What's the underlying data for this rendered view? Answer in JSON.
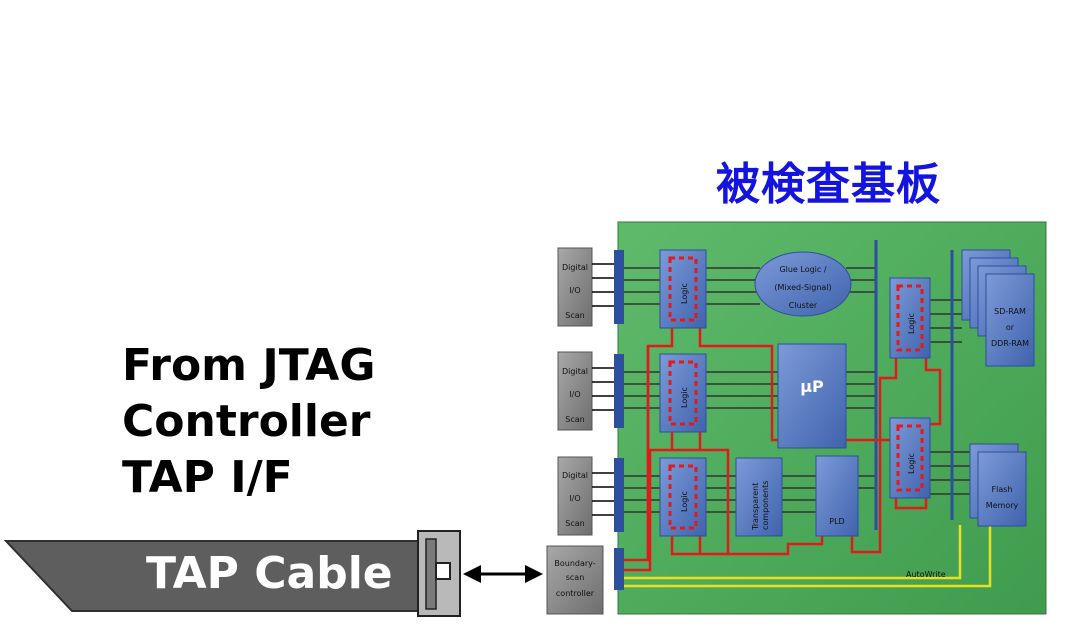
{
  "title": "被検査基板",
  "from_lines": [
    "From JTAG",
    "Controller",
    "TAP I/F"
  ],
  "cable_label": "TAP Cable",
  "board": {
    "io_scan": [
      [
        "Digital",
        "I/O",
        "Scan"
      ],
      [
        "Digital",
        "I/O",
        "Scan"
      ],
      [
        "Digital",
        "I/O",
        "Scan"
      ]
    ],
    "boundary_scan_controller": [
      "Boundary-",
      "scan",
      "controller"
    ],
    "logic_label": "Logic",
    "glue_logic": [
      "Glue Logic /",
      "(Mixed-Signal)",
      "Cluster"
    ],
    "up_label": "µP",
    "transparent": [
      "Transparent",
      "components"
    ],
    "pld_label": "PLD",
    "sdram": [
      "SD-RAM",
      "or",
      "DDR-RAM"
    ],
    "flash": [
      "Flash",
      "Memory"
    ],
    "auto_write": "AutoWrite"
  },
  "colors": {
    "title": "#1414e0",
    "board_green": "#4fae5c",
    "chip_blue": "#5a7fc6",
    "chain_red": "#e01b1b",
    "wire_yellow": "#e8e020",
    "cable_gray": "#5e5e5e"
  }
}
